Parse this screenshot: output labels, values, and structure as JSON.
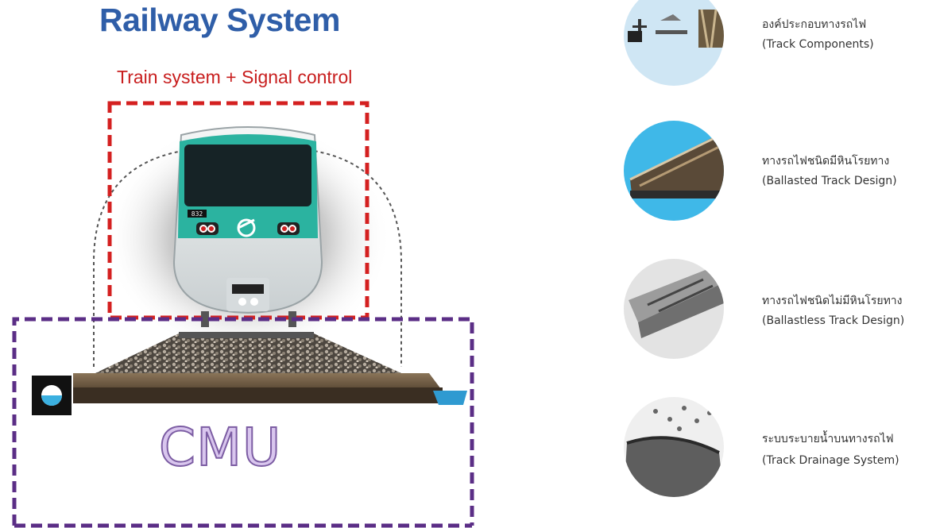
{
  "title": "Railway System",
  "subtitle": "Train system + Signal control",
  "box_label": "CMU",
  "train_number": "832",
  "colors": {
    "title": "#2f5ea8",
    "subtitle": "#c81e1e",
    "train_box": "#d42020",
    "cmu_box": "#5b2e86",
    "train_body": "#2bb3a0"
  },
  "items": [
    {
      "thai": "องค์ประกอบทางรถไฟ",
      "english": "(Track Components)",
      "icon": "track-components-icon"
    },
    {
      "thai": "ทางรถไฟชนิดมีหินโรยทาง",
      "english": "(Ballasted Track Design)",
      "icon": "ballasted-track-icon"
    },
    {
      "thai": "ทางรถไฟชนิดไม่มีหินโรยทาง",
      "english": "(Ballastless Track Design)",
      "icon": "ballastless-track-icon"
    },
    {
      "thai": "ระบบระบายน้ำบนทางรถไฟ",
      "english": "(Track Drainage System)",
      "icon": "track-drainage-icon"
    }
  ]
}
